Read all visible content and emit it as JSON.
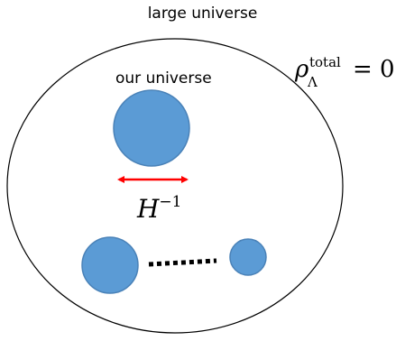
{
  "labels": {
    "large_universe": "large universe",
    "our_universe": "our universe",
    "rho_symbol": "ρ",
    "rho_subscript": "Λ",
    "rho_superscript": "total",
    "rho_value": "= 0",
    "hubble_symbol": "H",
    "hubble_exponent": "−1"
  },
  "colors": {
    "bubble_fill": "#5b9bd5",
    "bubble_stroke": "#4a82b8",
    "arrow": "#ff0000",
    "outline": "#000000",
    "dots": "#000000"
  }
}
